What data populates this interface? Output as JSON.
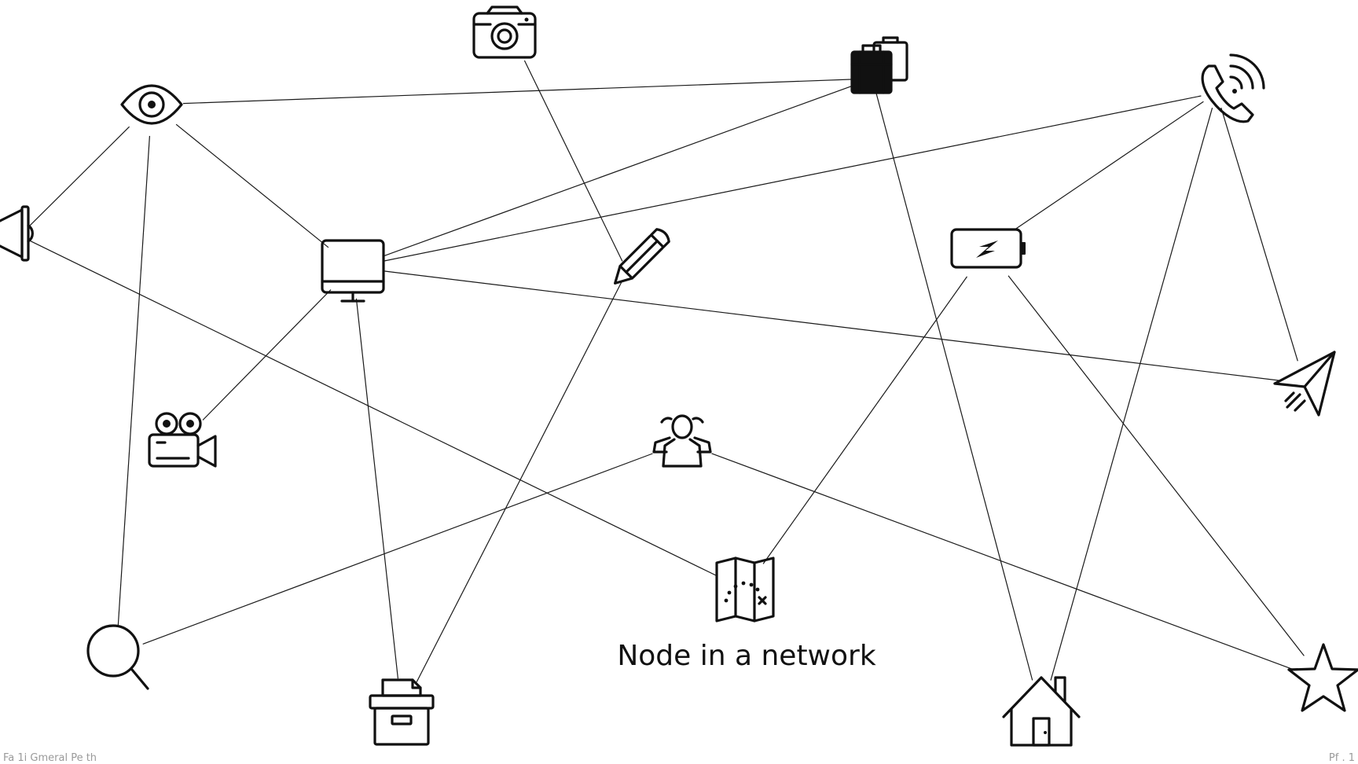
{
  "caption": "Node in a network",
  "footer": {
    "left": "Fa 1i Gmeral Pe th",
    "right": "Pf . 1"
  },
  "nodes": [
    {
      "id": "camera",
      "icon": "camera-icon"
    },
    {
      "id": "eye",
      "icon": "eye-icon"
    },
    {
      "id": "luggage",
      "icon": "luggage-icon"
    },
    {
      "id": "phone",
      "icon": "phone-icon"
    },
    {
      "id": "megaphone",
      "icon": "megaphone-icon"
    },
    {
      "id": "monitor",
      "icon": "monitor-icon"
    },
    {
      "id": "pencil",
      "icon": "pencil-icon"
    },
    {
      "id": "battery",
      "icon": "battery-icon"
    },
    {
      "id": "paper-plane",
      "icon": "paper-plane-icon"
    },
    {
      "id": "video-camera",
      "icon": "video-camera-icon"
    },
    {
      "id": "people",
      "icon": "people-icon"
    },
    {
      "id": "map",
      "icon": "map-icon"
    },
    {
      "id": "magnifier",
      "icon": "search-icon"
    },
    {
      "id": "archive-box",
      "icon": "archive-box-icon"
    },
    {
      "id": "house",
      "icon": "house-icon"
    },
    {
      "id": "star",
      "icon": "star-icon"
    }
  ],
  "edges": [
    [
      "eye",
      "luggage"
    ],
    [
      "eye",
      "megaphone"
    ],
    [
      "eye",
      "monitor"
    ],
    [
      "eye",
      "magnifier"
    ],
    [
      "camera",
      "pencil"
    ],
    [
      "luggage",
      "monitor"
    ],
    [
      "luggage",
      "house"
    ],
    [
      "phone",
      "monitor"
    ],
    [
      "phone",
      "battery"
    ],
    [
      "phone",
      "house"
    ],
    [
      "phone",
      "paper-plane"
    ],
    [
      "megaphone",
      "map"
    ],
    [
      "monitor",
      "paper-plane"
    ],
    [
      "monitor",
      "video-camera"
    ],
    [
      "monitor",
      "archive-box"
    ],
    [
      "pencil",
      "archive-box"
    ],
    [
      "battery",
      "map"
    ],
    [
      "battery",
      "star"
    ],
    [
      "people",
      "magnifier"
    ],
    [
      "people",
      "star"
    ]
  ],
  "colors": {
    "stroke": "#111111",
    "background": "#ffffff"
  }
}
